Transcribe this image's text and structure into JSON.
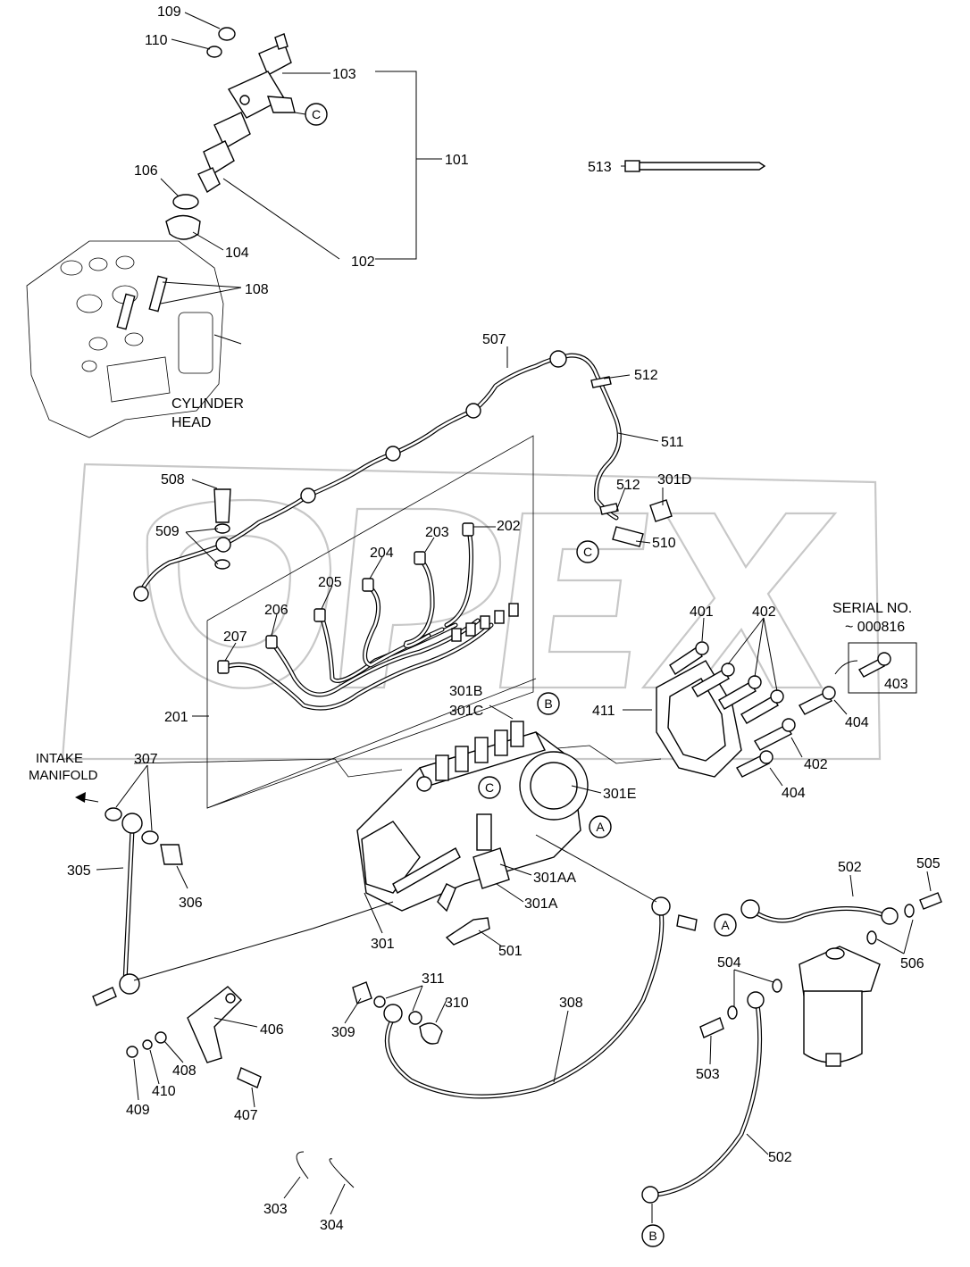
{
  "diagram": {
    "watermark": "OPEX",
    "notes": {
      "cylinder_head": [
        "CYLINDER",
        "HEAD"
      ],
      "intake_manifold": [
        "INTAKE",
        "MANIFOLD"
      ],
      "serial": [
        "SERIAL NO.",
        "~ 000816"
      ]
    },
    "callouts": {
      "c109": "109",
      "c110": "110",
      "c103": "103",
      "c101": "101",
      "c106": "106",
      "c104": "104",
      "c102": "102",
      "c108": "108",
      "c513": "513",
      "c507": "507",
      "c512a": "512",
      "c511": "511",
      "c508": "508",
      "c509": "509",
      "c301d": "301D",
      "c512b": "512",
      "c510": "510",
      "c203": "203",
      "c202": "202",
      "c204": "204",
      "c205": "205",
      "c206": "206",
      "c207": "207",
      "c201": "201",
      "c401": "401",
      "c402a": "402",
      "c403": "403",
      "c411": "411",
      "c404a": "404",
      "c402b": "402",
      "c404b": "404",
      "c301b": "301B",
      "c301c": "301C",
      "c307": "307",
      "c301e": "301E",
      "c305": "305",
      "c306": "306",
      "c301aa": "301AA",
      "c301a": "301A",
      "c301": "301",
      "c501": "501",
      "c502a": "502",
      "c505": "505",
      "c506": "506",
      "c504": "504",
      "c311": "311",
      "c310": "310",
      "c308": "308",
      "c309": "309",
      "c406": "406",
      "c408": "408",
      "c410": "410",
      "c409": "409",
      "c407": "407",
      "c503": "503",
      "c502b": "502",
      "c303": "303",
      "c304": "304"
    },
    "connectors": {
      "C_top": "C",
      "C_mid": "C",
      "C_pump": "C",
      "A_pump": "A",
      "A_filter": "A",
      "B_pump": "B",
      "B_bottom": "B"
    }
  }
}
